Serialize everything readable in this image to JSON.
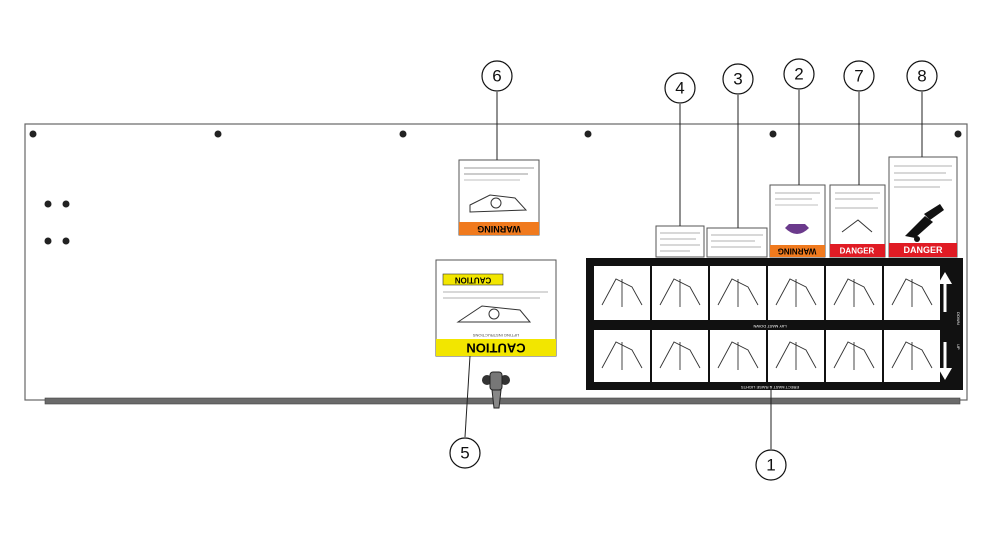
{
  "callouts": [
    {
      "id": "1",
      "label": "1"
    },
    {
      "id": "2",
      "label": "2"
    },
    {
      "id": "3",
      "label": "3"
    },
    {
      "id": "4",
      "label": "4"
    },
    {
      "id": "5",
      "label": "5"
    },
    {
      "id": "6",
      "label": "6"
    },
    {
      "id": "7",
      "label": "7"
    },
    {
      "id": "8",
      "label": "8"
    }
  ],
  "decals": {
    "warning_6": {
      "signal": "WARNING"
    },
    "warning_2": {
      "signal": "WARNING"
    },
    "danger_7": {
      "signal": "DANGER"
    },
    "danger_8": {
      "signal": "DANGER"
    },
    "caution_5": {
      "signal_top": "CAUTION",
      "signal_bottom": "CAUTION",
      "subtitle": "LIFTING INSTRUCTIONS"
    },
    "instruction_1": {
      "label_top": "LAY MAST DOWN",
      "label_bottom": "ERECT MAST & RAISE LIGHTS",
      "side_top": "DOWN",
      "side_bottom": "UP"
    }
  },
  "colors": {
    "warning": "#f07a1e",
    "danger": "#e01b24",
    "caution": "#f2e600",
    "panel_stroke": "#555555",
    "instruction_bg": "#111111"
  }
}
